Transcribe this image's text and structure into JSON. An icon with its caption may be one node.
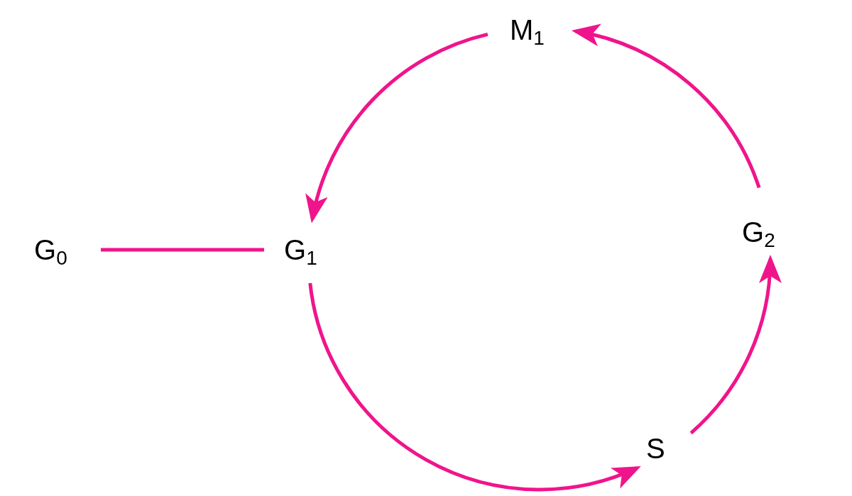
{
  "diagram": {
    "nodes": [
      {
        "text": [
          "G$_{0}$"
        ]
      },
      {
        "text": [
          "G$_{1}$"
        ]
      },
      {
        "text": [
          "S"
        ]
      },
      {
        "text": [
          "G$_{2}$"
        ]
      },
      {
        "text": [
          "M$_{1}$"
        ]
      }
    ],
    "edges": [
      {
        "from": 0,
        "to": 1,
        "arrow": "none"
      },
      {
        "from": 1,
        "to": 2,
        "arrow": "to"
      },
      {
        "from": 2,
        "to": 3,
        "arrow": "to"
      },
      {
        "from": 3,
        "to": 4,
        "arrow": "to"
      },
      {
        "from": 4,
        "to": 1,
        "arrow": "to"
      }
    ]
  }
}
